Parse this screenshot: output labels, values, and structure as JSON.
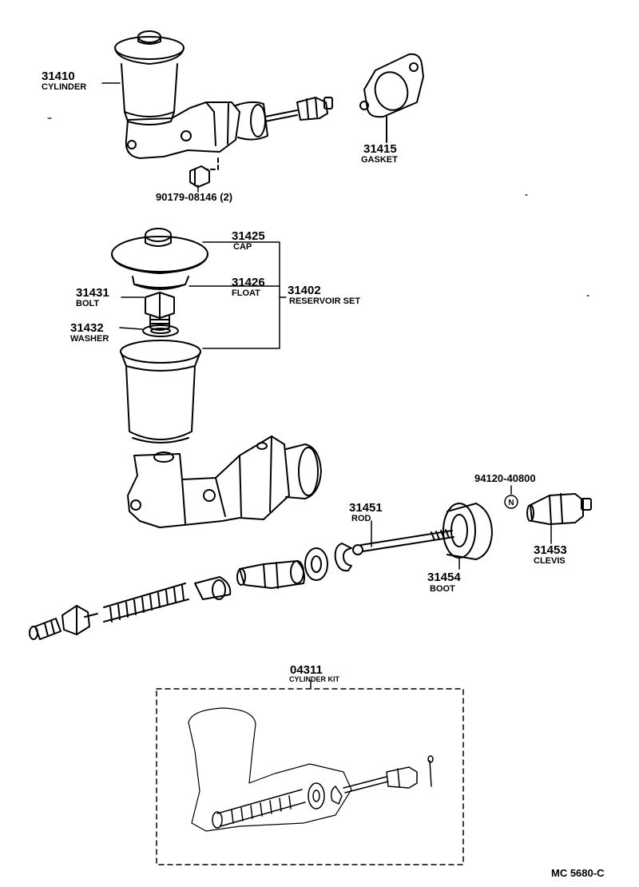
{
  "parts": {
    "cylinder": {
      "number": "31410",
      "name": "CYLINDER"
    },
    "gasket": {
      "number": "31415",
      "name": "GASKET"
    },
    "nut": {
      "number": "90179-08146 (2)"
    },
    "cap": {
      "number": "31425",
      "name": "CAP"
    },
    "float": {
      "number": "31426",
      "name": "FLOAT"
    },
    "bolt": {
      "number": "31431",
      "name": "BOLT"
    },
    "washer": {
      "number": "31432",
      "name": "WASHER"
    },
    "reservoir_set": {
      "number": "31402",
      "name": "RESERVOIR SET"
    },
    "pin": {
      "number": "94120-40800",
      "symbol": "N"
    },
    "rod": {
      "number": "31451",
      "name": "ROD"
    },
    "clevis": {
      "number": "31453",
      "name": "CLEVIS"
    },
    "boot": {
      "number": "31454",
      "name": "BOOT"
    },
    "cylinder_kit": {
      "number": "04311",
      "name": "CYLINDER KIT"
    }
  },
  "figure_code": "MC 5680-C"
}
